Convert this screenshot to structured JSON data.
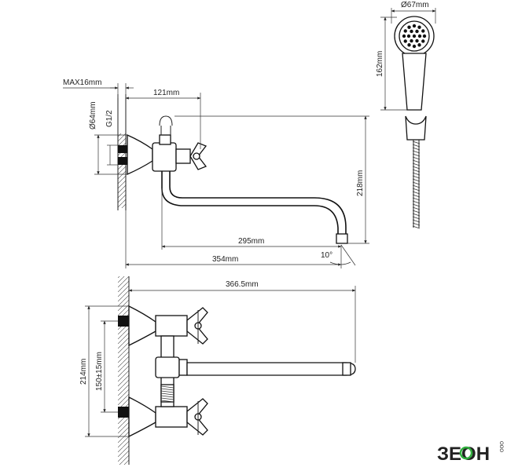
{
  "dimensions": {
    "max_wall": "MAX16mm",
    "pipe_dia": "Ø64mm",
    "thread": "G1/2",
    "offset": "121mm",
    "height": "218mm",
    "spout_reach": "295mm",
    "total_depth": "354mm",
    "angle": "10°",
    "total_length": "366.5mm",
    "total_height": "214mm",
    "centers": "150±15mm",
    "head_dia": "Ø67mm",
    "head_length": "162mm"
  },
  "logo": {
    "brand": "ЗЕОН",
    "sub": "ООО"
  },
  "colors": {
    "line": "#222222",
    "logo_accent": "#2fae3c"
  }
}
